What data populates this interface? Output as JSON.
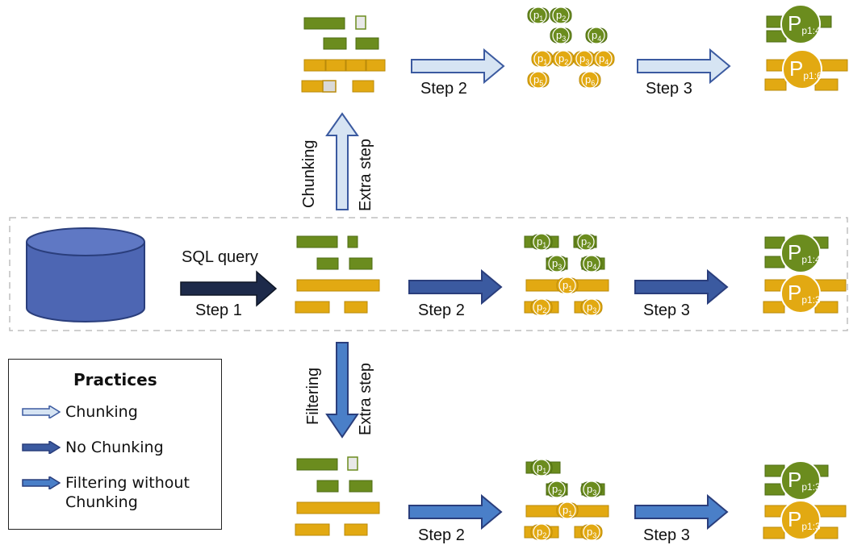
{
  "colors": {
    "green": "#6b8c1e",
    "green_dark": "#4d6b14",
    "gold": "#e2a912",
    "gold_dark": "#b98a0a",
    "chunk_arrow": "#d6e4f3",
    "nochunk_arrow": "#3b5aa0",
    "filter_arrow": "#4a7fc8",
    "step1_arrow": "#1d2a4a",
    "db": "#4d66b3"
  },
  "labels": {
    "sql_query": "SQL query",
    "step1": "Step 1",
    "step2": "Step 2",
    "step3": "Step 3",
    "chunking": "Chunking",
    "filtering": "Filtering",
    "extra_step": "Extra step"
  },
  "partitions": {
    "top_green": [
      "p1",
      "p2",
      "p3",
      "p4"
    ],
    "top_gold": [
      "p1",
      "p2",
      "p3",
      "p4",
      "p5",
      "p6"
    ],
    "mid_green": [
      "p1",
      "p2",
      "p3",
      "p4"
    ],
    "mid_gold": [
      "p1",
      "p2",
      "p3"
    ],
    "bot_green": [
      "p1",
      "p2",
      "p3"
    ],
    "bot_gold": [
      "p1",
      "p2",
      "p3"
    ]
  },
  "results": {
    "top_green": "P p1:4",
    "top_gold": "P p1:6",
    "mid_green": "P p1:4",
    "mid_gold": "P p1:3",
    "bot_green": "P p1:3",
    "bot_gold": "P p1:3"
  },
  "legend": {
    "title": "Practices",
    "items": [
      {
        "label": "Chunking",
        "icon": "light-arrow-icon",
        "color": "#d6e4f3"
      },
      {
        "label": "No Chunking",
        "icon": "dark-arrow-icon",
        "color": "#3b5aa0"
      },
      {
        "label": "Filtering without",
        "label2": "Chunking",
        "icon": "medium-arrow-icon",
        "color": "#4a7fc8"
      }
    ]
  }
}
